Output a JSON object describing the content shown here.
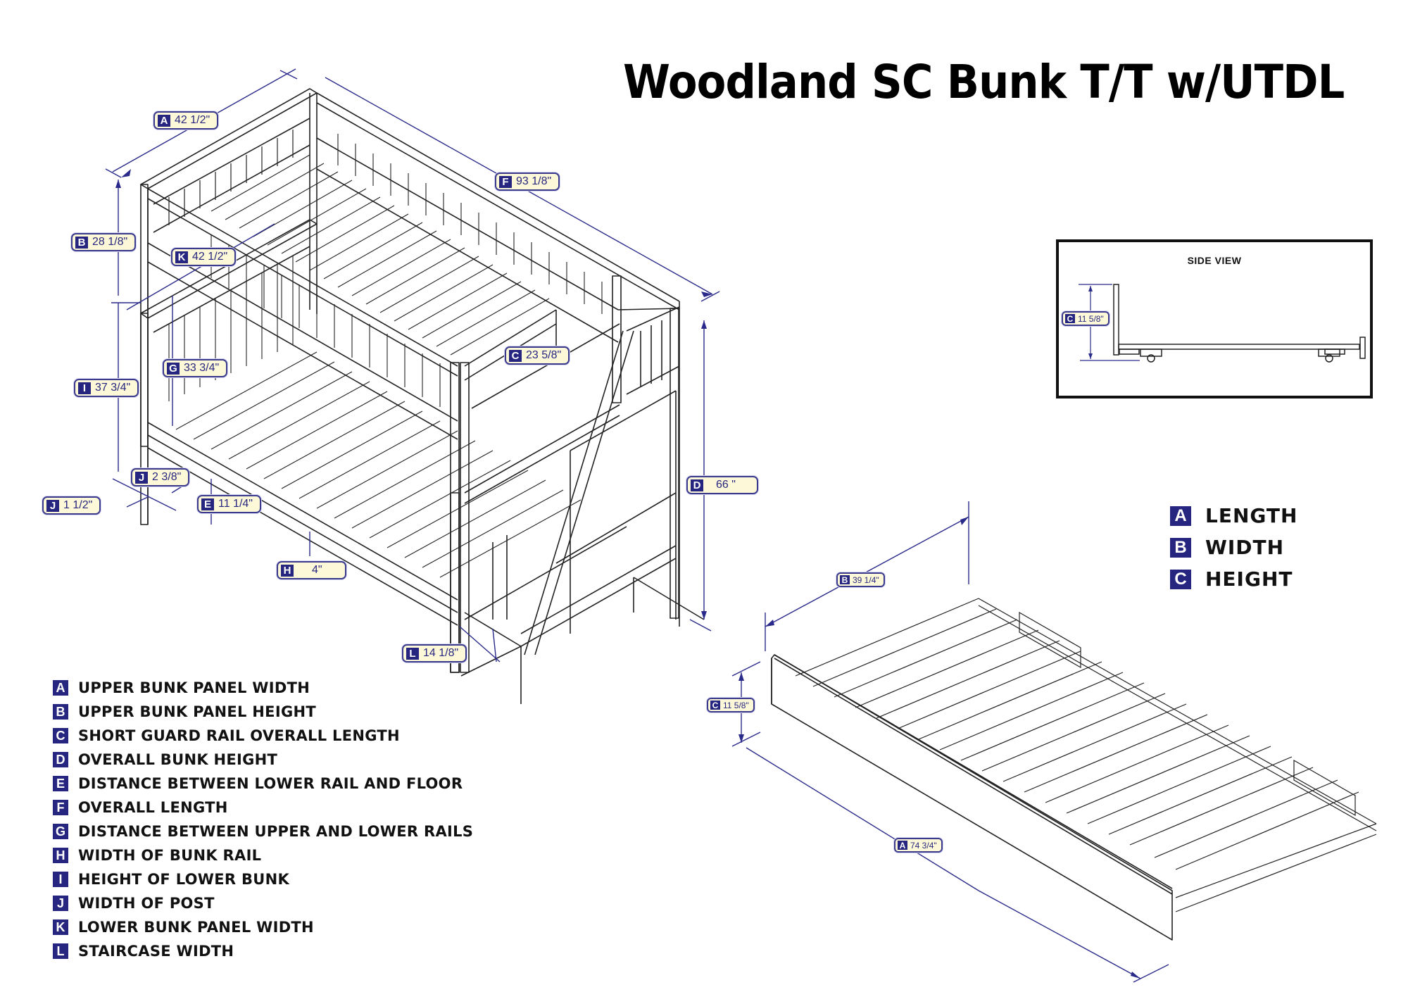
{
  "title": "Woodland SC Bunk T/T w/UTDL",
  "bunk_dimensions": [
    {
      "letter": "A",
      "value": "42 1/2\""
    },
    {
      "letter": "B",
      "value": "28 1/8\""
    },
    {
      "letter": "K",
      "value": "42 1/2\""
    },
    {
      "letter": "F",
      "value": "93 1/8\""
    },
    {
      "letter": "C",
      "value": "23 5/8\""
    },
    {
      "letter": "G",
      "value": "33 3/4\""
    },
    {
      "letter": "I",
      "value": "37 3/4\""
    },
    {
      "letter": "J",
      "value": "2 3/8\""
    },
    {
      "letter": "J",
      "value": "1 1/2\""
    },
    {
      "letter": "E",
      "value": "11 1/4\""
    },
    {
      "letter": "H",
      "value": "4\""
    },
    {
      "letter": "D",
      "value": "66 \""
    },
    {
      "letter": "L",
      "value": "14 1/8\""
    }
  ],
  "legend": [
    {
      "letter": "A",
      "text": "UPPER BUNK PANEL WIDTH"
    },
    {
      "letter": "B",
      "text": "UPPER BUNK PANEL HEIGHT"
    },
    {
      "letter": "C",
      "text": "SHORT GUARD RAIL OVERALL LENGTH"
    },
    {
      "letter": "D",
      "text": "OVERALL BUNK HEIGHT"
    },
    {
      "letter": "E",
      "text": "DISTANCE BETWEEN LOWER RAIL AND FLOOR"
    },
    {
      "letter": "F",
      "text": "OVERALL LENGTH"
    },
    {
      "letter": "G",
      "text": "DISTANCE BETWEEN UPPER AND LOWER RAILS"
    },
    {
      "letter": "H",
      "text": "WIDTH OF BUNK RAIL"
    },
    {
      "letter": "I",
      "text": "HEIGHT OF LOWER BUNK"
    },
    {
      "letter": "J",
      "text": "WIDTH OF POST"
    },
    {
      "letter": "K",
      "text": "LOWER BUNK PANEL WIDTH"
    },
    {
      "letter": "L",
      "text": "STAIRCASE WIDTH"
    }
  ],
  "side_view": {
    "title": "SIDE VIEW",
    "dimension": {
      "letter": "C",
      "value": "11 5/8\""
    }
  },
  "trundle_dimensions": [
    {
      "letter": "B",
      "value": "39 1/4\""
    },
    {
      "letter": "C",
      "value": "11 5/8\""
    },
    {
      "letter": "A",
      "value": "74 3/4\""
    }
  ],
  "trundle_key": [
    {
      "letter": "A",
      "text": "LENGTH"
    },
    {
      "letter": "B",
      "text": "WIDTH"
    },
    {
      "letter": "C",
      "text": "HEIGHT"
    }
  ],
  "colors": {
    "dimension_line": "#2a2a8a",
    "tag_fill": "#fdf9d8",
    "letter_fill": "#262680"
  }
}
